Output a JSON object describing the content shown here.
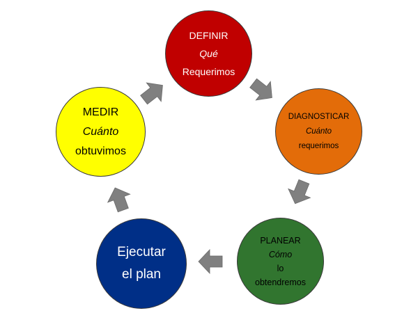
{
  "diagram": {
    "definir": {
      "line1": "DEFINIR",
      "line2": "Qué",
      "line3": "Requerimos",
      "color": "#c00000",
      "text_color": "#ffffff"
    },
    "diagnosticar": {
      "line1": "DIAGNOSTICAR",
      "line2": "Cuánto",
      "line3": "requerimos",
      "color": "#e36c09",
      "text_color": "#000000"
    },
    "planear": {
      "line1": "PLANEAR",
      "line2": "Cómo",
      "line3": "lo",
      "line4": "obtendremos",
      "color": "#31752f",
      "text_color": "#000000"
    },
    "ejecutar": {
      "line1": "Ejecutar",
      "line2": "el plan",
      "color": "#002f87",
      "text_color": "#ffffff"
    },
    "medir": {
      "line1": "MEDIR",
      "line2": "Cuánto",
      "line3": "obtuvimos",
      "color": "#ffff00",
      "text_color": "#000000"
    },
    "arrow_color": "#808080",
    "arrow_icon": "block-arrow-icon"
  }
}
